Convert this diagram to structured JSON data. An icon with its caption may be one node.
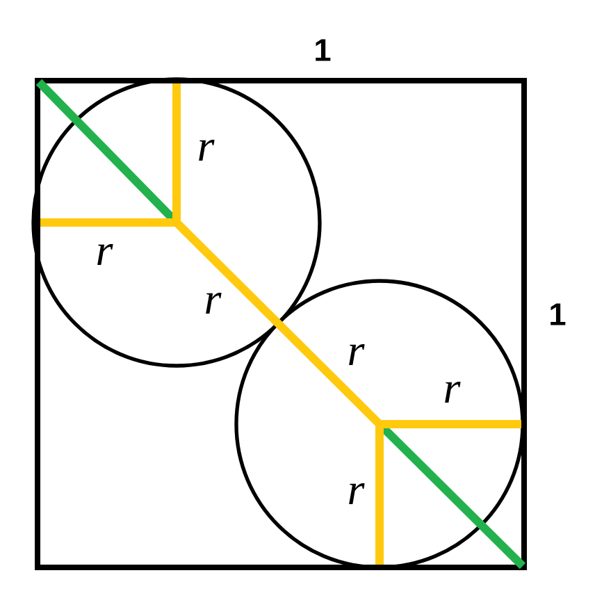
{
  "diagram": {
    "labels": [
      "1",
      "r",
      "r",
      "r",
      "1",
      "r",
      "r",
      "r"
    ]
  }
}
